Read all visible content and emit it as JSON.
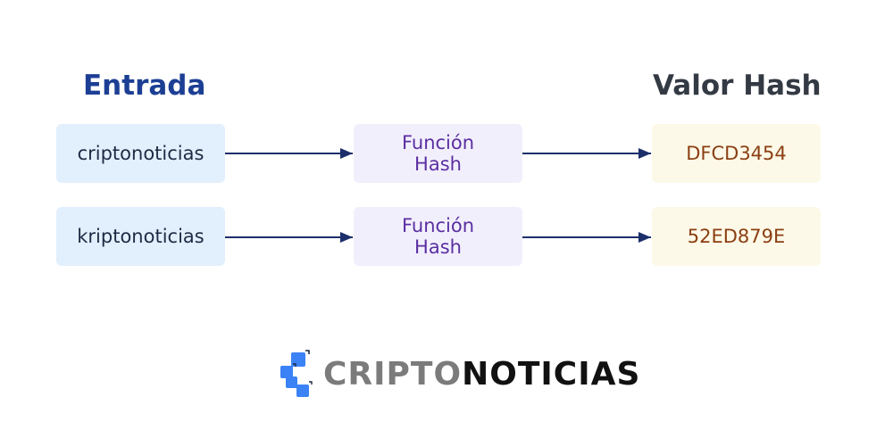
{
  "headings": {
    "input": "Entrada",
    "output": "Valor Hash"
  },
  "rows": [
    {
      "input": "criptonoticias",
      "function": "Función Hash",
      "output": "DFCD3454"
    },
    {
      "input": "kriptonoticias",
      "function": "Función Hash",
      "output": "52ED879E"
    }
  ],
  "logo": {
    "part1": "CRIPTO",
    "part2": "NOTICIAS"
  },
  "colors": {
    "heading_input": "#1c3f94",
    "heading_output": "#333a44",
    "input_box": "#e2effd",
    "function_box": "#f2effd",
    "output_box": "#fdf9e8",
    "arrow": "#1c2f6b",
    "logo_icon": "#3b82f6"
  }
}
